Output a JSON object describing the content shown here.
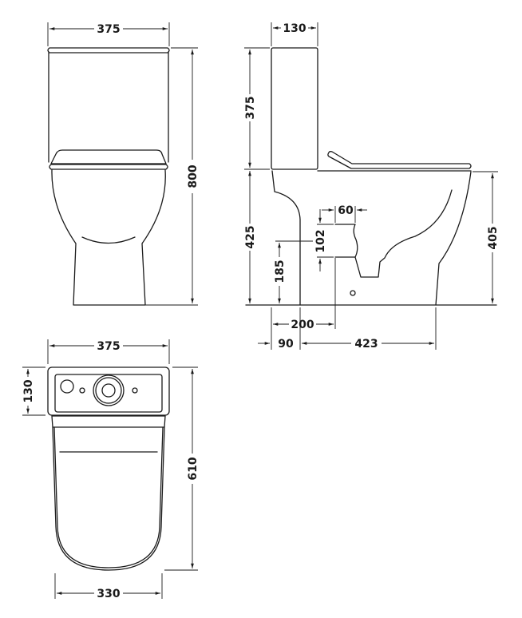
{
  "title": "Close coupled toilet technical drawing (dimensions in mm)",
  "front_view": {
    "width": "375",
    "height": "800"
  },
  "side_view": {
    "cistern_depth": "130",
    "cistern_height": "375",
    "pan_height": "425",
    "seat_height": "405",
    "outlet_diameter": "102",
    "outlet_centre_height": "185",
    "outlet_length": "60",
    "outlet_distance": "200",
    "wall_to_foot": "90",
    "foot_to_front": "423"
  },
  "plan_view": {
    "cistern_width": "375",
    "cistern_depth": "130",
    "overall_depth": "610",
    "pan_width": "330"
  }
}
